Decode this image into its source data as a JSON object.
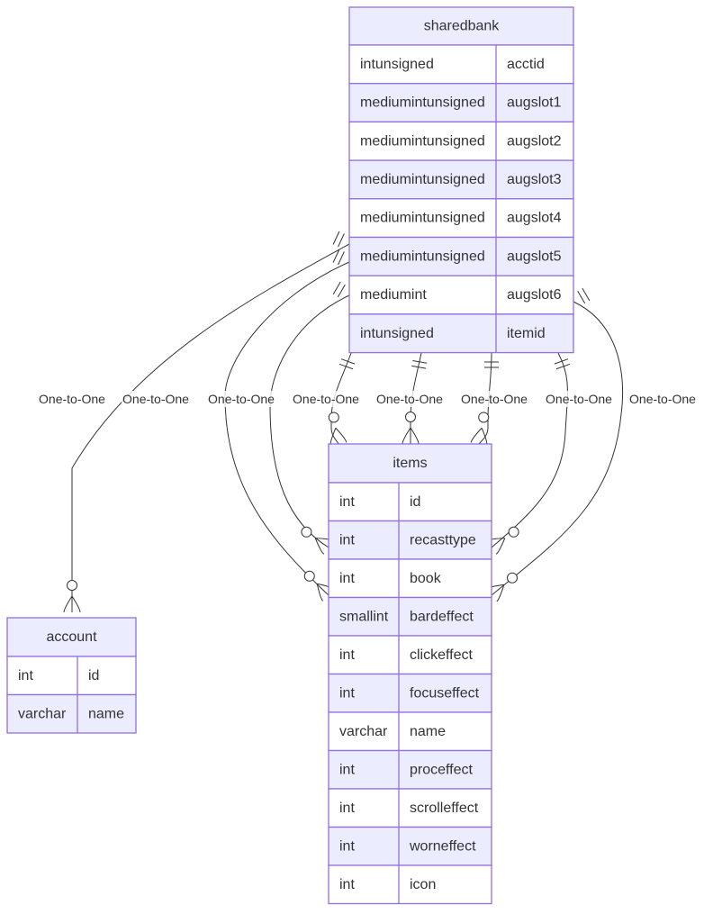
{
  "entities": {
    "sharedbank": {
      "name": "sharedbank",
      "attributes": [
        {
          "type": "intunsigned",
          "name": "acctid"
        },
        {
          "type": "mediumintunsigned",
          "name": "augslot1"
        },
        {
          "type": "mediumintunsigned",
          "name": "augslot2"
        },
        {
          "type": "mediumintunsigned",
          "name": "augslot3"
        },
        {
          "type": "mediumintunsigned",
          "name": "augslot4"
        },
        {
          "type": "mediumintunsigned",
          "name": "augslot5"
        },
        {
          "type": "mediumint",
          "name": "augslot6"
        },
        {
          "type": "intunsigned",
          "name": "itemid"
        }
      ]
    },
    "items": {
      "name": "items",
      "attributes": [
        {
          "type": "int",
          "name": "id"
        },
        {
          "type": "int",
          "name": "recasttype"
        },
        {
          "type": "int",
          "name": "book"
        },
        {
          "type": "smallint",
          "name": "bardeffect"
        },
        {
          "type": "int",
          "name": "clickeffect"
        },
        {
          "type": "int",
          "name": "focuseffect"
        },
        {
          "type": "varchar",
          "name": "name"
        },
        {
          "type": "int",
          "name": "proceffect"
        },
        {
          "type": "int",
          "name": "scrolleffect"
        },
        {
          "type": "int",
          "name": "worneffect"
        },
        {
          "type": "int",
          "name": "icon"
        }
      ]
    },
    "account": {
      "name": "account",
      "attributes": [
        {
          "type": "int",
          "name": "id"
        },
        {
          "type": "varchar",
          "name": "name"
        }
      ]
    }
  },
  "relationships": [
    {
      "from": "sharedbank",
      "to": "account",
      "label": "One-to-One"
    },
    {
      "from": "sharedbank",
      "to": "items",
      "label": "One-to-One"
    },
    {
      "from": "sharedbank",
      "to": "items",
      "label": "One-to-One"
    },
    {
      "from": "sharedbank",
      "to": "items",
      "label": "One-to-One"
    },
    {
      "from": "sharedbank",
      "to": "items",
      "label": "One-to-One"
    },
    {
      "from": "sharedbank",
      "to": "items",
      "label": "One-to-One"
    },
    {
      "from": "sharedbank",
      "to": "items",
      "label": "One-to-One"
    },
    {
      "from": "sharedbank",
      "to": "items",
      "label": "One-to-One"
    }
  ]
}
